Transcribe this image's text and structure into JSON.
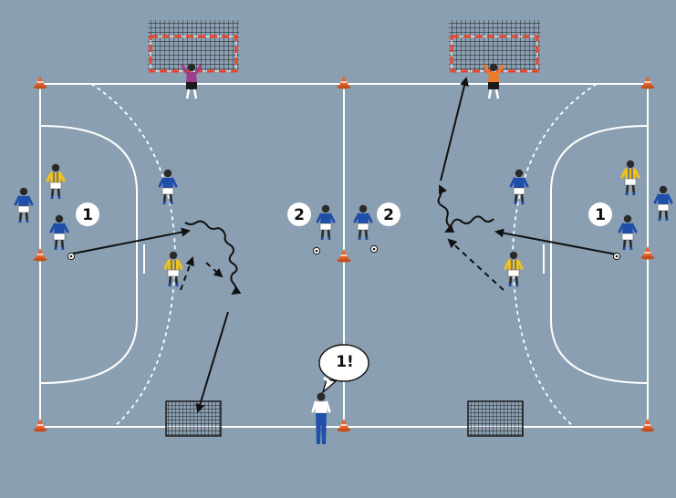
{
  "diagram": {
    "colors": {
      "background": "#8a9fb1",
      "lines": "#ffffff",
      "goal_post": "#e8452a",
      "goal_net": "#1c1c1c",
      "cone": "#e8632b",
      "team_blue": "#1f4fa8",
      "team_yellow": "#f2c21b",
      "shorts": "#ffffff",
      "arrow": "#111111"
    },
    "markers": {
      "left_group": "1",
      "right_group": "1",
      "center_left": "2",
      "center_right": "2"
    },
    "coach_callout": "1!",
    "icons": [
      "player-icon",
      "goalkeeper-icon",
      "coach-icon",
      "cone-icon",
      "ball-icon",
      "goal-icon",
      "mini-goal-icon",
      "speech-bubble-icon"
    ]
  }
}
